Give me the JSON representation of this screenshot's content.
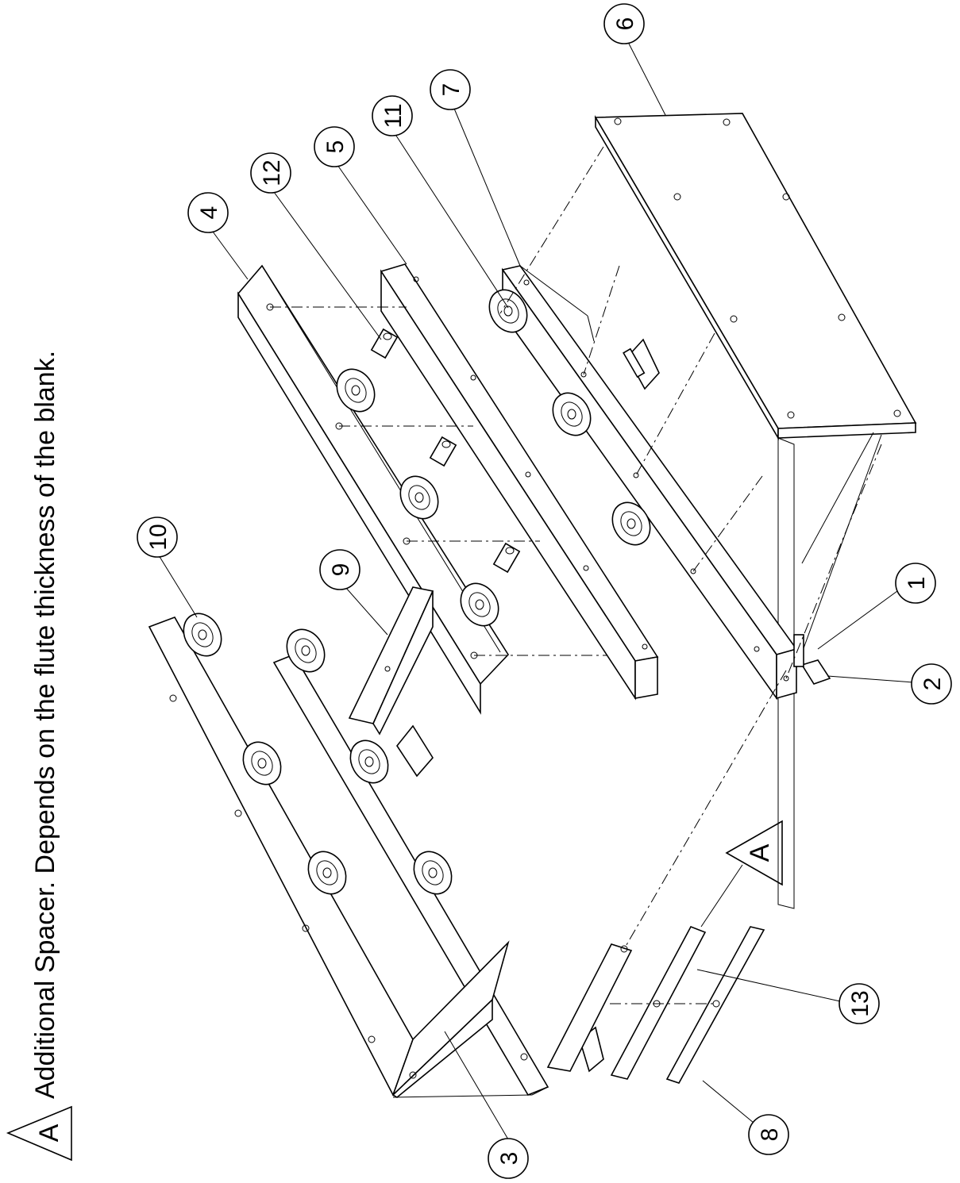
{
  "note": {
    "flag": "A",
    "text": "Additional Spacer. Depends on the flute thickness of the blank."
  },
  "flag_callout": "A",
  "balloons": [
    "1",
    "2",
    "3",
    "4",
    "5",
    "6",
    "7",
    "8",
    "9",
    "10",
    "11",
    "12",
    "13"
  ]
}
